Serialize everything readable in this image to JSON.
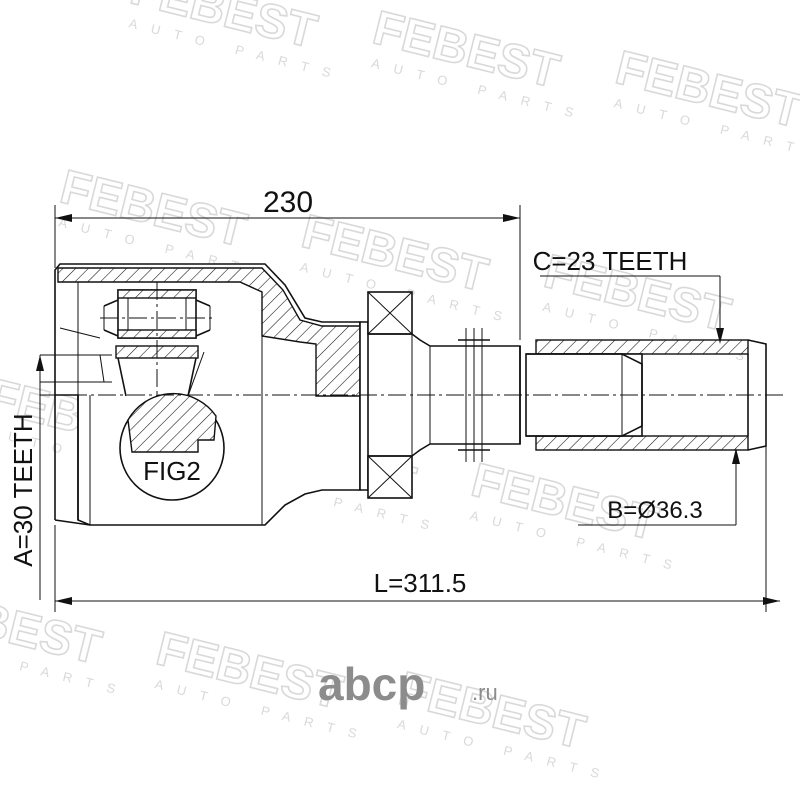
{
  "diagram": {
    "dim_top": "230",
    "dim_spline_c": "C=23 TEETH",
    "dim_diameter_b": "B=Ø36.3",
    "dim_length": "L=311.5",
    "dim_spline_a": "A=30 TEETH",
    "fig_label": "FIG2"
  },
  "watermark": {
    "brand": "FEBEST",
    "tagline": "AUTO PARTS"
  },
  "site_logo": {
    "name": "abcp",
    "tld": ".ru"
  },
  "colors": {
    "line": "#111111",
    "watermark": "#d9d9d9",
    "logo": "#8c8c8c"
  }
}
